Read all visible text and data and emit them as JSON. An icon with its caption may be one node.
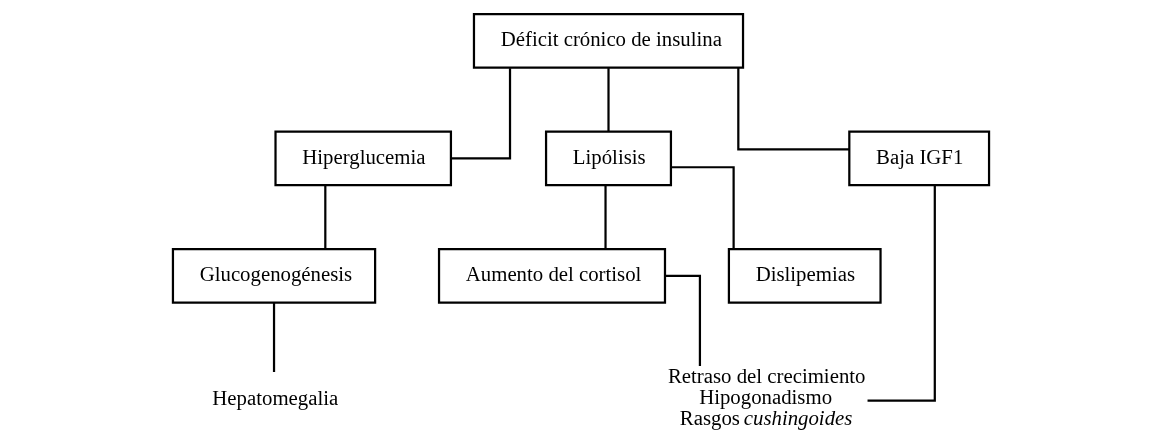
{
  "diagram": {
    "nodes": [
      {
        "text": [
          "Déficit crónico de insulina"
        ]
      },
      {
        "text": [
          "Hiperglucemia"
        ]
      },
      {
        "text": [
          "Lipólisis"
        ]
      },
      {
        "text": [
          "Baja IGF1"
        ]
      },
      {
        "text": [
          "Glucogenogénesis"
        ]
      },
      {
        "text": [
          "Aumento del cortisol"
        ]
      },
      {
        "text": [
          "Dislipemias"
        ]
      },
      {
        "text": [
          "Hepatomegalia"
        ]
      },
      {
        "text": [
          "Retraso del crecimiento",
          "Hipogonadismo",
          "Rasgos *cushingoides*"
        ]
      }
    ],
    "edges": [
      {
        "from": 0,
        "to": 1,
        "arrow": "none"
      },
      {
        "from": 0,
        "to": 2,
        "arrow": "none"
      },
      {
        "from": 0,
        "to": 3,
        "arrow": "none"
      },
      {
        "from": 1,
        "to": 4,
        "arrow": "none"
      },
      {
        "from": 2,
        "to": 5,
        "arrow": "none"
      },
      {
        "from": 2,
        "to": 6,
        "arrow": "none"
      },
      {
        "from": 4,
        "to": 7,
        "arrow": "none"
      },
      {
        "from": 5,
        "to": 8,
        "arrow": "none"
      },
      {
        "from": 3,
        "to": 8,
        "arrow": "none"
      }
    ]
  }
}
